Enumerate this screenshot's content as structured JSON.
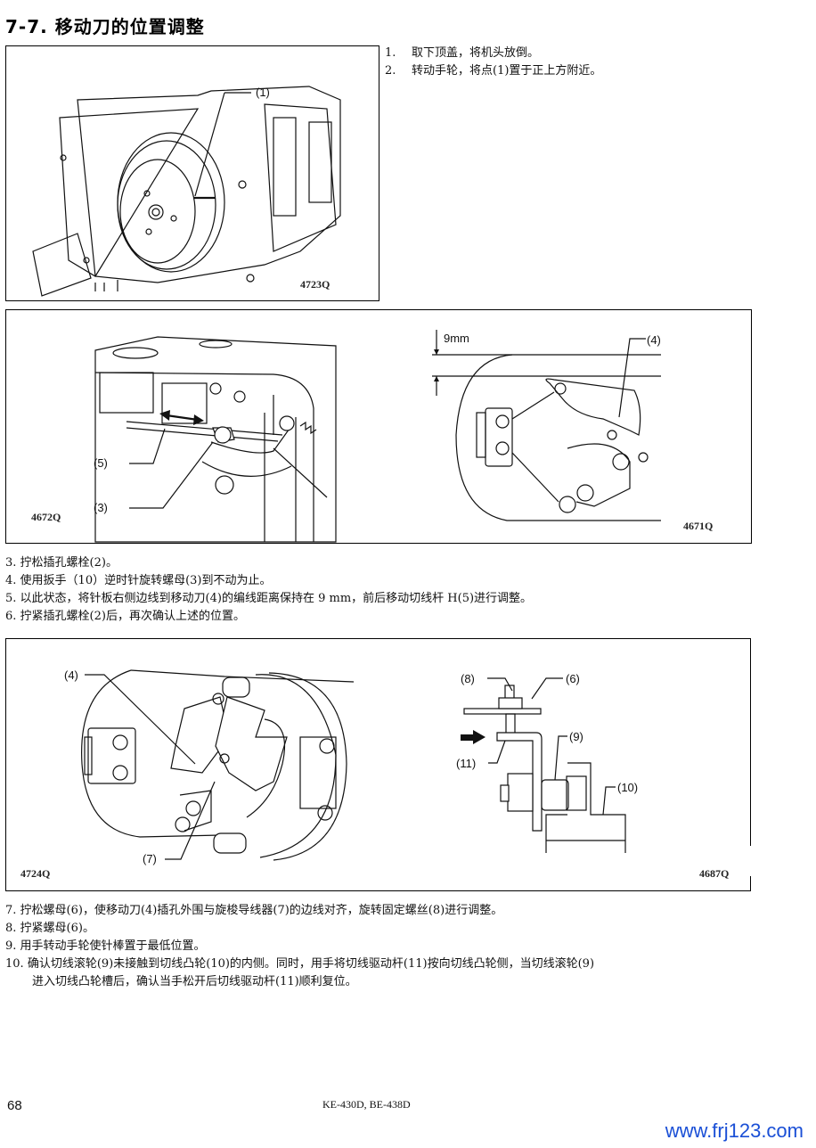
{
  "section": {
    "title": "7-7. 移动刀的位置调整"
  },
  "top_steps": [
    {
      "num": "1.",
      "text": "取下顶盖，将机头放倒。"
    },
    {
      "num": "2.",
      "text": "转动手轮，将点(1)置于正上方附近。"
    }
  ],
  "figures": {
    "fig1": {
      "code": "4723Q",
      "callouts": [
        "(1)"
      ]
    },
    "fig2": {
      "code": "4672Q",
      "callouts": [
        "(5)",
        "(3)"
      ]
    },
    "fig3": {
      "code": "4671Q",
      "callouts": [
        "(4)"
      ],
      "dimension": "9mm"
    },
    "fig4": {
      "code": "4724Q",
      "callouts": [
        "(4)",
        "(7)"
      ]
    },
    "fig5": {
      "code": "4687Q",
      "callouts": [
        "(8)",
        "(6)",
        "(9)",
        "(11)",
        "(10)"
      ]
    }
  },
  "middle_steps": [
    {
      "num": "3.",
      "text": "拧松插孔螺栓(2)。"
    },
    {
      "num": "4.",
      "text": "使用扳手（10）逆时针旋转螺母(3)到不动为止。"
    },
    {
      "num": "5.",
      "text": "以此状态，将针板右侧边线到移动刀(4)的编线距离保持在 9 mm，前后移动切线杆 H(5)进行调整。"
    },
    {
      "num": "6.",
      "text": "拧紧插孔螺栓(2)后，再次确认上述的位置。"
    }
  ],
  "bottom_steps": [
    {
      "num": "7.",
      "text": "拧松螺母(6)，使移动刀(4)插孔外围与旋梭导线器(7)的边线对齐，旋转固定螺丝(8)进行调整。"
    },
    {
      "num": "8.",
      "text": "拧紧螺母(6)。"
    },
    {
      "num": "9.",
      "text": "用手转动手轮使针棒置于最低位置。"
    },
    {
      "num": "10.",
      "text": "确认切线滚轮(9)未接触到切线凸轮(10)的内侧。同时，用手将切线驱动杆(11)按向切线凸轮侧，当切线滚轮(9)"
    },
    {
      "num": "",
      "text": "进入切线凸轮槽后，确认当手松开后切线驱动杆(11)顺利复位。"
    }
  ],
  "footer": {
    "page_number": "68",
    "model": "KE-430D, BE-438D",
    "watermark": "www.frj123.com"
  },
  "colors": {
    "watermark": "#1a4fd6",
    "ink": "#111111"
  }
}
